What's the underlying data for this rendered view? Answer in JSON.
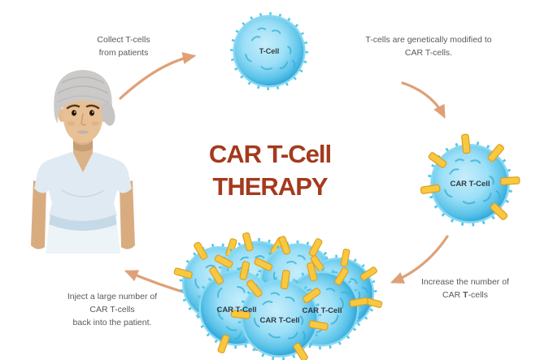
{
  "title": {
    "line1": "CAR T-Cell",
    "line2": "THERAPY"
  },
  "steps": {
    "collect": {
      "line1": "Collect T-cells",
      "line2": "from patients"
    },
    "modify": {
      "line1": "T-cells are genetically modified to",
      "line2": "CAR T-cells."
    },
    "increase": {
      "line1": "Increase the number of",
      "line2_pre": "CAR ",
      "line2_bold": "T",
      "line2_post": "-cells"
    },
    "inject": {
      "line1": "Inject a large number of",
      "line2": "CAR T-cells",
      "line3": "back into the patient."
    }
  },
  "labels": {
    "t_cell": "T-Cell",
    "car_t_cell": "CAR T-Cell"
  },
  "colors": {
    "title": "#A43A1D",
    "body_text": "#58595C",
    "arrow": "#DFA077",
    "cell_fill_center": "#C7EDFB",
    "cell_fill_edge": "#2EA6DA",
    "cell_spikes": "#55C9E7",
    "receptor_yellow": "#F8C93E",
    "receptor_outline": "#DD9F28",
    "patient_skin": "#E7C096",
    "patient_arm_skin": "#D9AC80",
    "patient_shirt": "#DFEAF2",
    "patient_waistband": "#C6D9E6",
    "patient_skirt": "#EDF4F8",
    "patient_turban": "#CBCAC8"
  }
}
